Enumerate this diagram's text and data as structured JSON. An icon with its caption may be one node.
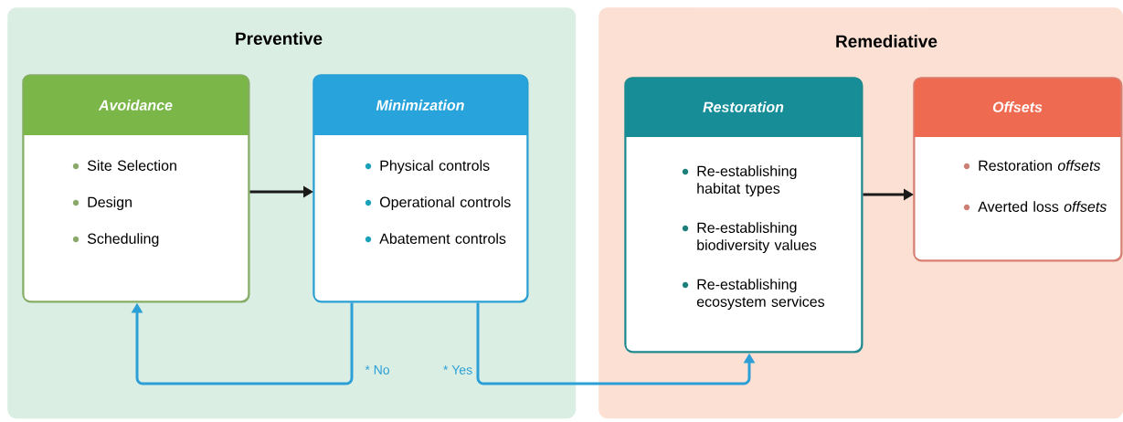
{
  "diagram": {
    "nodes": [
      {
        "text": [
          "Preventive"
        ]
      },
      {
        "text": [
          "Avoidance",
          "Site Selection",
          "Design",
          "Scheduling"
        ],
        "in": 0
      },
      {
        "text": [
          "Minimization",
          "Physical controls",
          "Operational controls",
          "Abatement controls"
        ],
        "in": 0
      },
      {
        "text": [
          "Remediative"
        ]
      },
      {
        "text": [
          "Restoration",
          "Re-establishing habitat types",
          "Re-establishing biodiversity values",
          "Re-establishing ecosystem services"
        ],
        "in": 3
      },
      {
        "text": [
          "Offsets",
          "Restoration *offsets*",
          "Averted loss *offsets*"
        ],
        "in": 3
      }
    ],
    "edges": [
      {
        "from": 1,
        "to": 2,
        "arrow": "to",
        "color": "#1a1a1a"
      },
      {
        "from": 2,
        "to": 1,
        "arrow": "to",
        "label": "* No",
        "color": "#2b9fd6"
      },
      {
        "from": 2,
        "to": 4,
        "arrow": "to",
        "label": "* Yes",
        "color": "#2b9fd6"
      },
      {
        "from": 4,
        "to": 5,
        "arrow": "to",
        "color": "#1a1a1a"
      }
    ]
  }
}
